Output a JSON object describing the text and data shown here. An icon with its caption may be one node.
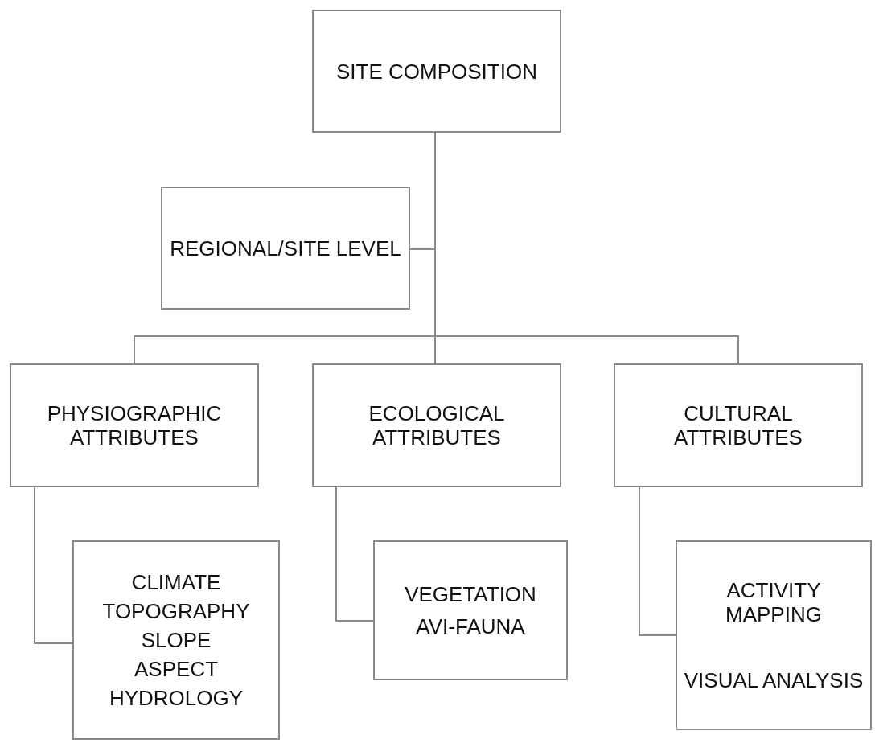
{
  "diagram": {
    "nodes": [
      {
        "text": [
          "SITE COMPOSITION"
        ]
      },
      {
        "text": [
          "REGIONAL/SITE LEVEL"
        ]
      },
      {
        "text": [
          "PHYSIOGRAPHIC ATTRIBUTES"
        ]
      },
      {
        "text": [
          "ECOLOGICAL ATTRIBUTES"
        ]
      },
      {
        "text": [
          "CULTURAL ATTRIBUTES"
        ]
      },
      {
        "text": [
          "CLIMATE",
          "TOPOGRAPHY",
          "SLOPE",
          "ASPECT",
          "HYDROLOGY"
        ]
      },
      {
        "text": [
          "VEGETATION",
          "AVI-FAUNA"
        ]
      },
      {
        "text": [
          "ACTIVITY MAPPING",
          "VISUAL ANALYSIS"
        ]
      }
    ],
    "edges": [
      {
        "from": 0,
        "to": 1,
        "arrow": "none"
      },
      {
        "from": 0,
        "to": 2,
        "arrow": "none"
      },
      {
        "from": 0,
        "to": 3,
        "arrow": "none"
      },
      {
        "from": 0,
        "to": 4,
        "arrow": "none"
      },
      {
        "from": 2,
        "to": 5,
        "arrow": "none"
      },
      {
        "from": 3,
        "to": 6,
        "arrow": "none"
      },
      {
        "from": 4,
        "to": 7,
        "arrow": "none"
      }
    ]
  }
}
